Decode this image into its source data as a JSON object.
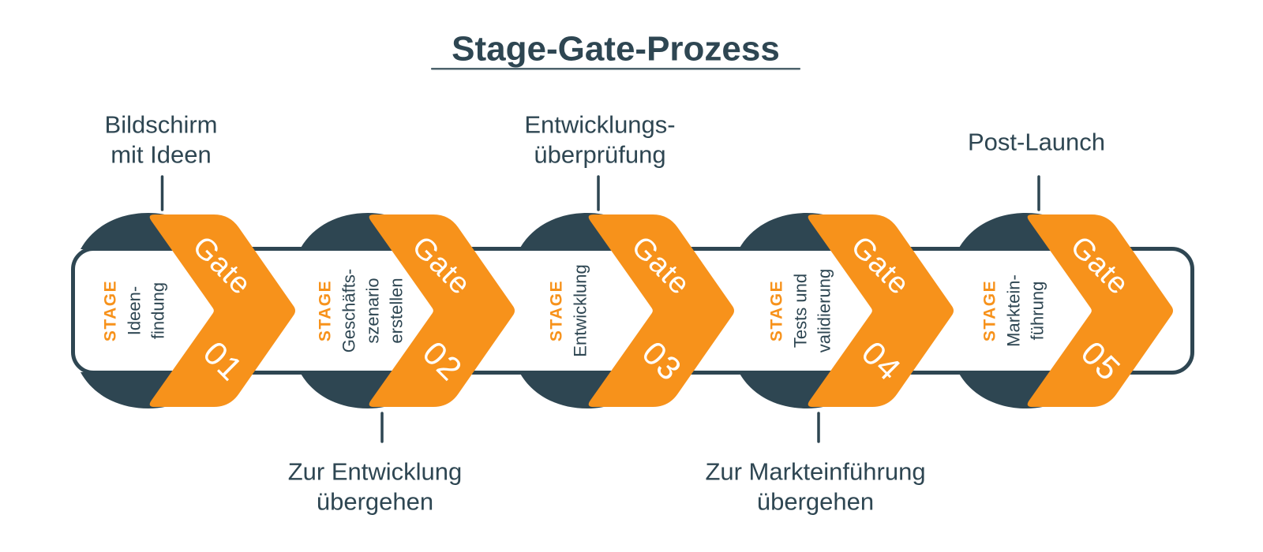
{
  "title": "Stage-Gate-Prozess",
  "colors": {
    "orange": "#f7921b",
    "dark": "#2e4652",
    "background": "#ffffff"
  },
  "stages": [
    {
      "stage_label": "STAGE",
      "name_lines": [
        "Ideen-",
        "findung"
      ],
      "gate_label": "Gate",
      "gate_number": "01"
    },
    {
      "stage_label": "STAGE",
      "name_lines": [
        "Geschäfts-",
        "szenario",
        "erstellen"
      ],
      "gate_label": "Gate",
      "gate_number": "02"
    },
    {
      "stage_label": "STAGE",
      "name_lines": [
        "Entwicklung"
      ],
      "gate_label": "Gate",
      "gate_number": "03"
    },
    {
      "stage_label": "STAGE",
      "name_lines": [
        "Tests und",
        "validierung"
      ],
      "gate_label": "Gate",
      "gate_number": "04"
    },
    {
      "stage_label": "STAGE",
      "name_lines": [
        "Marktein-",
        "führung"
      ],
      "gate_label": "Gate",
      "gate_number": "05"
    }
  ],
  "annotations": {
    "top": [
      {
        "lines": [
          "Bildschirm",
          "mit Ideen"
        ]
      },
      {
        "lines": [
          "Entwicklungs-",
          "überprüfung"
        ]
      },
      {
        "lines": [
          "Post-Launch"
        ]
      }
    ],
    "bottom": [
      {
        "lines": [
          "Zur Entwicklung",
          "übergehen"
        ]
      },
      {
        "lines": [
          "Zur Markteinführung",
          "übergehen"
        ]
      }
    ]
  }
}
